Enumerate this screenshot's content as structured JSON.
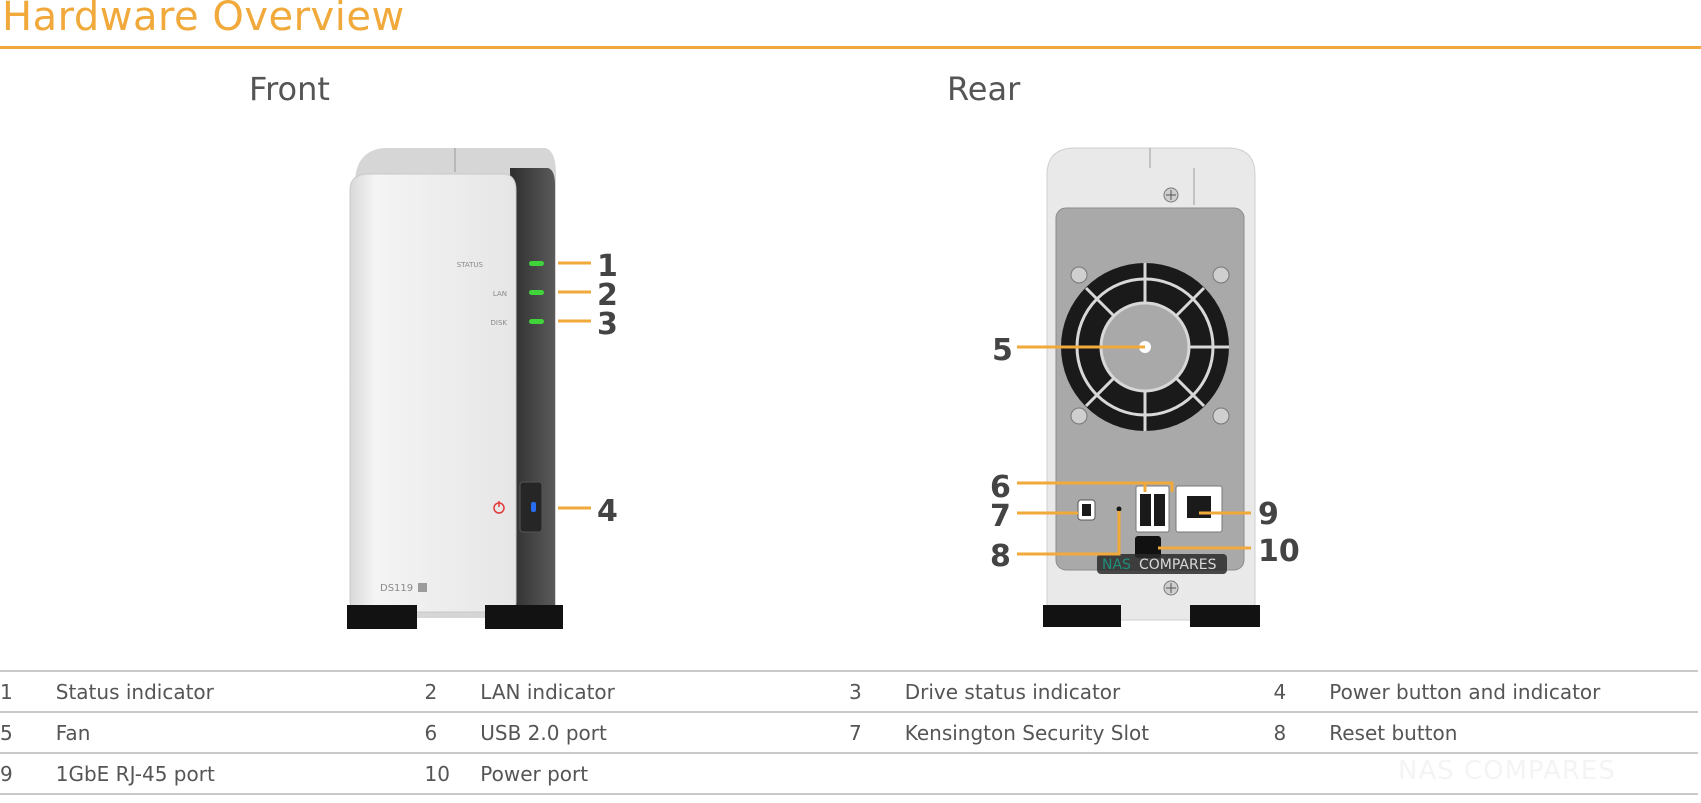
{
  "header": {
    "title": "Hardware Overview"
  },
  "views": {
    "front": "Front",
    "rear": "Rear"
  },
  "device": {
    "model": "DS119",
    "front_led_labels": [
      "STATUS",
      "LAN",
      "DISK"
    ]
  },
  "callouts": {
    "front": [
      "1",
      "2",
      "3",
      "4"
    ],
    "rear": [
      "5",
      "6",
      "7",
      "8",
      "9",
      "10"
    ]
  },
  "watermark": {
    "nas": "NAS",
    "compares": "COMPARES",
    "footer": "NAS COMPARES"
  },
  "legend": [
    [
      {
        "num": "1",
        "label": "Status indicator"
      },
      {
        "num": "2",
        "label": "LAN indicator"
      },
      {
        "num": "3",
        "label": "Drive status indicator"
      },
      {
        "num": "4",
        "label": "Power button and indicator"
      }
    ],
    [
      {
        "num": "5",
        "label": "Fan"
      },
      {
        "num": "6",
        "label": "USB 2.0 port"
      },
      {
        "num": "7",
        "label": "Kensington Security Slot"
      },
      {
        "num": "8",
        "label": "Reset button"
      }
    ],
    [
      {
        "num": "9",
        "label": "1GbE RJ-45 port"
      },
      {
        "num": "10",
        "label": "Power port"
      },
      {
        "num": "",
        "label": ""
      },
      {
        "num": "",
        "label": ""
      }
    ]
  ],
  "colors": {
    "accent": "#f0a93a",
    "led_green": "#3fd43a",
    "led_blue": "#2a6cf0",
    "power_red": "#e23b3b"
  }
}
